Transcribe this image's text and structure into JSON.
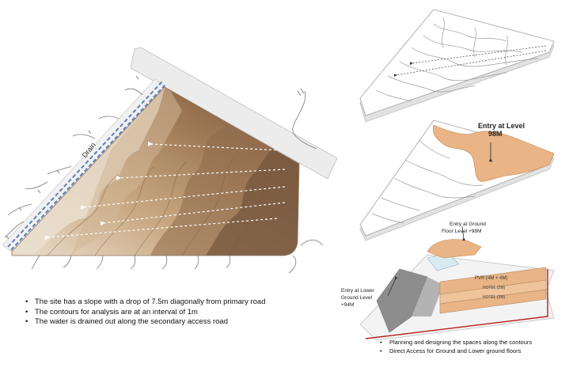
{
  "site_plan": {
    "drain_label": "Drain"
  },
  "entries": {
    "level_98": "Entry at Level\n98M",
    "ground_floor": "Entry at Ground\nFloor Level +98M",
    "lower_ground": "Entry at Lower\nGround Level\n+94M"
  },
  "section_labels": {
    "pvr": "PVR (4M + 4M)",
    "floor_2": "HOTEL (2M)",
    "floor_3": "HOTEL (2M)"
  },
  "notes_left": [
    "The site has a slope with a  drop of 7.5m diagonally from primary road",
    "The contours for analysis are at an interval of 1m",
    "The water is drained out along the secondary access road"
  ],
  "notes_right": [
    "Planning and designing the spaces along the contours",
    "Direct Access for Ground and Lower ground floors"
  ],
  "colors": {
    "terrain_light": "#e9dccb",
    "terrain_mid": "#b08a62",
    "terrain_dark": "#6f5038",
    "highlight_orange": "#e9b486",
    "section_red": "#b71c1c",
    "road_grey": "#ededed",
    "drain_blue": "#5b7fb8"
  }
}
